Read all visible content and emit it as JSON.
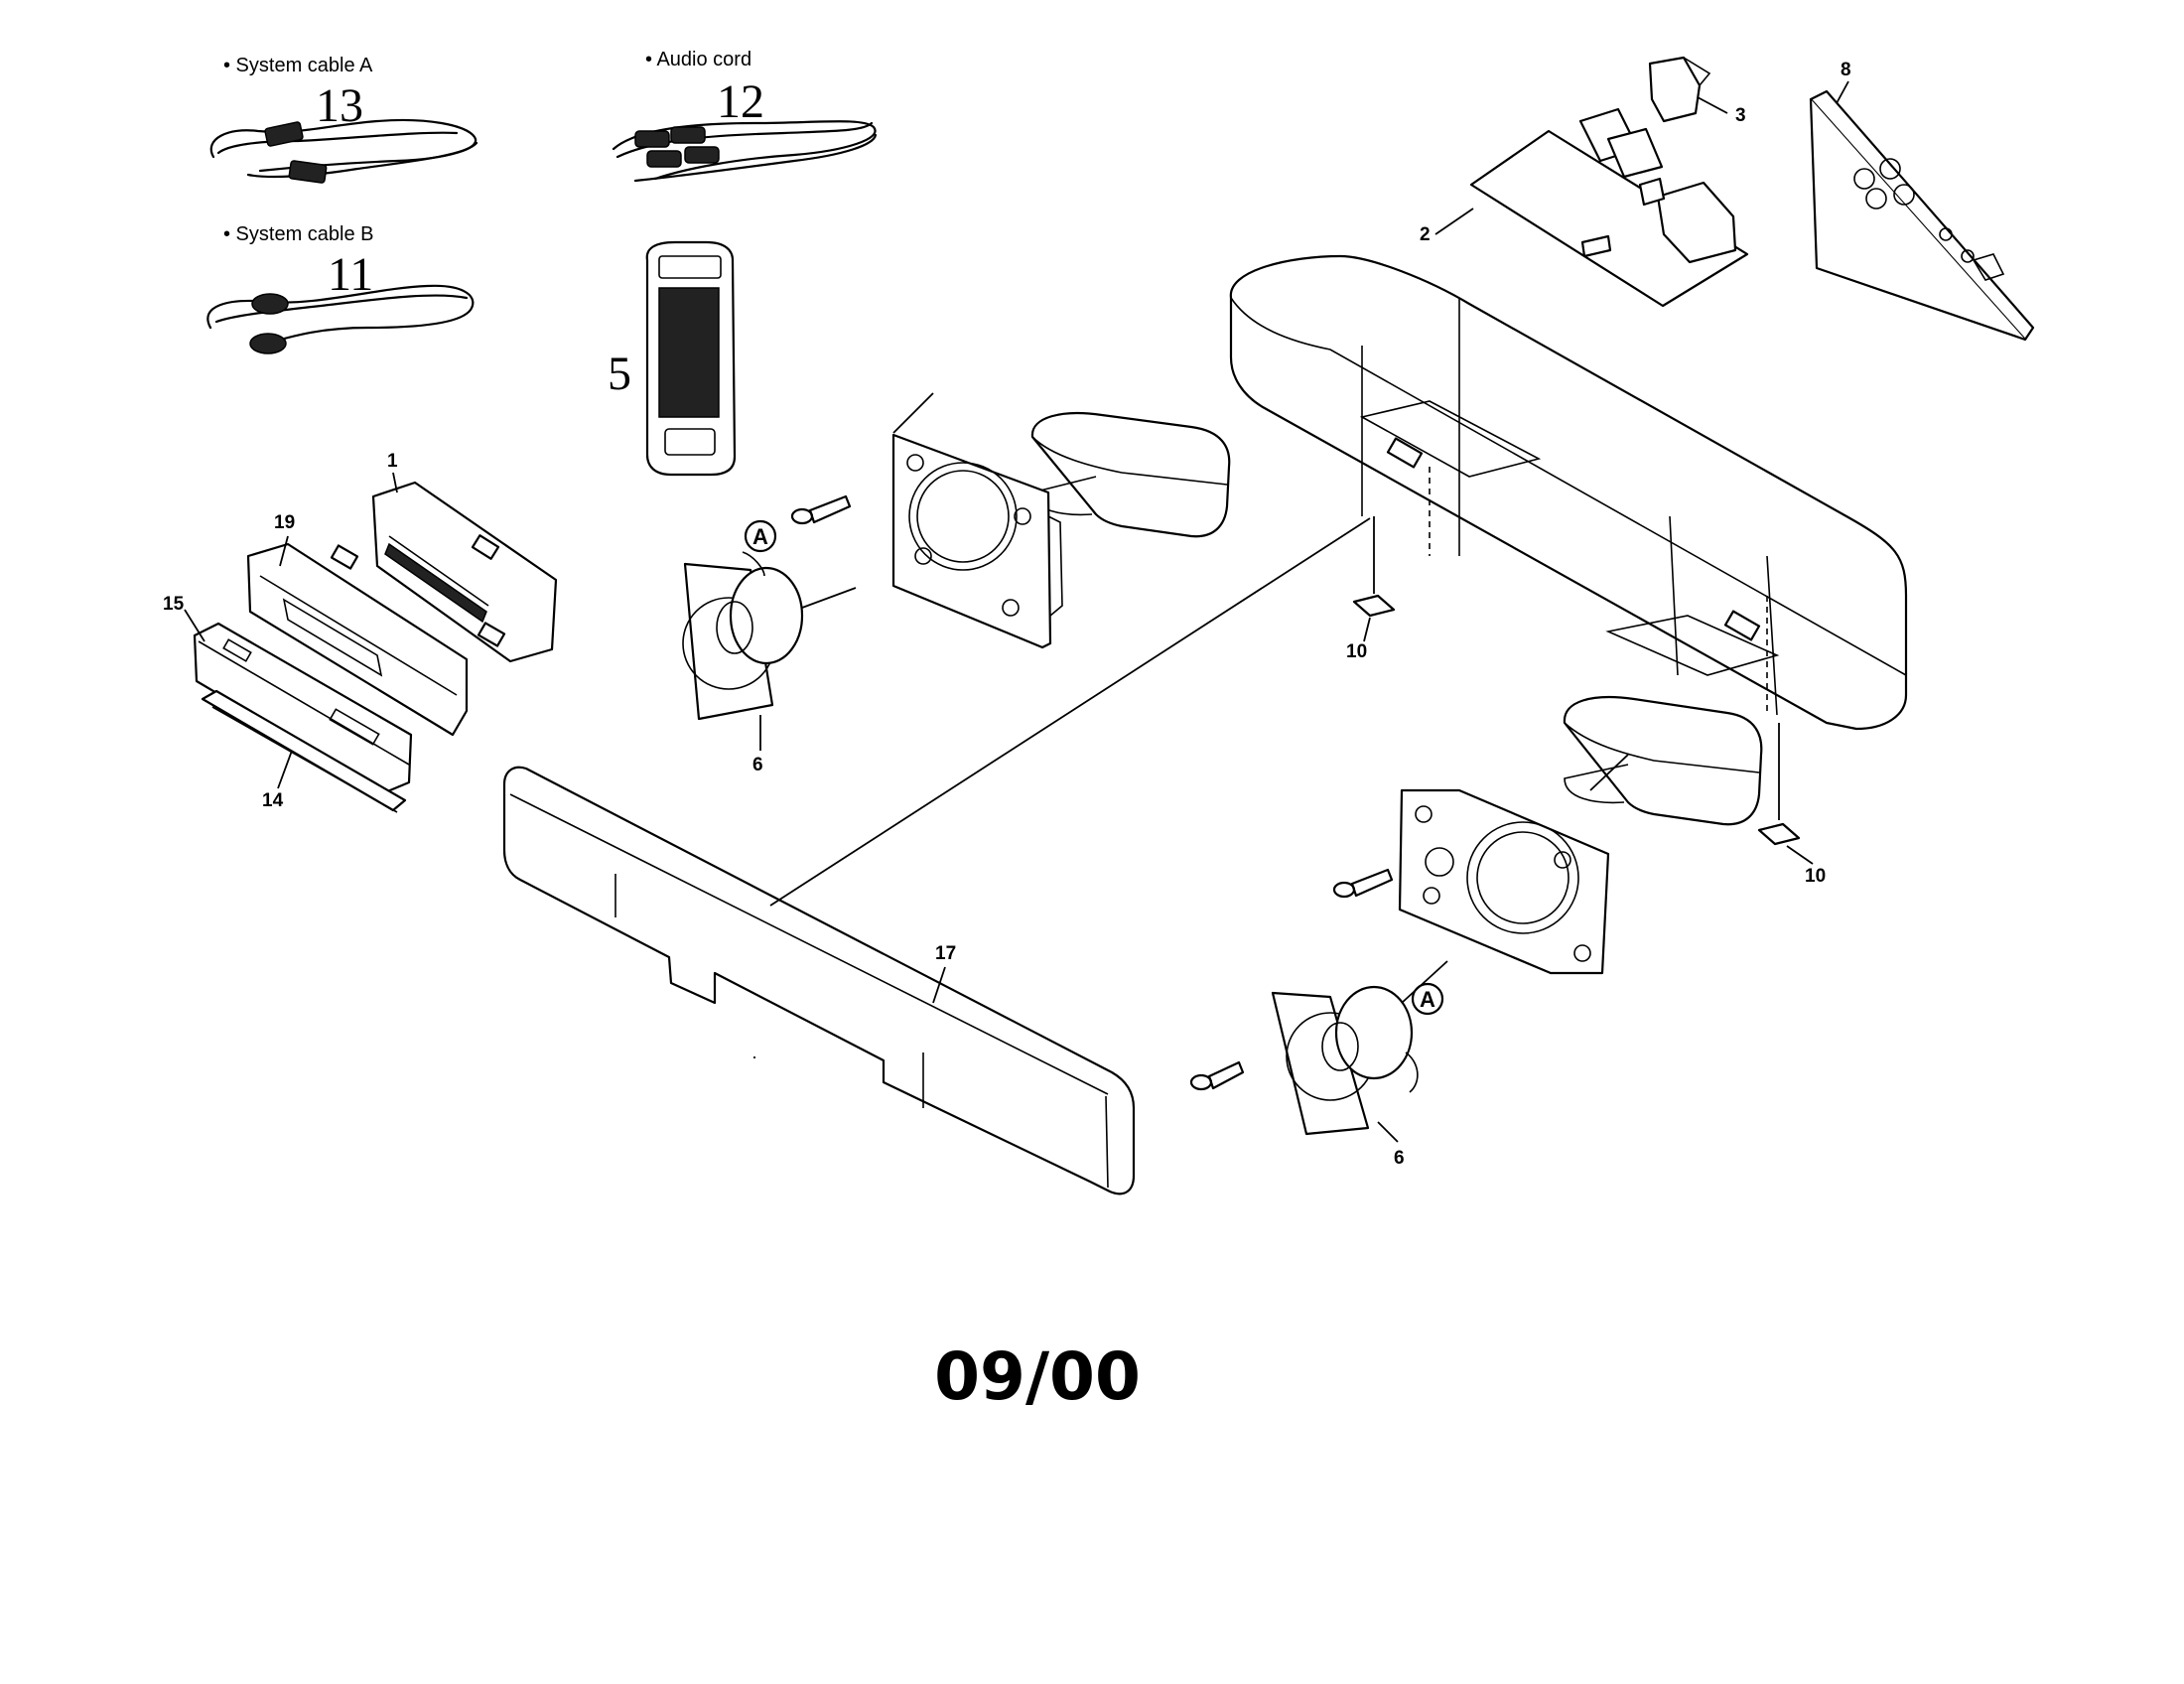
{
  "accessories": {
    "system_cable_a": {
      "label": "• System cable A",
      "number": "13"
    },
    "audio_cord": {
      "label": "• Audio cord",
      "number": "12"
    },
    "system_cable_b": {
      "label": "• System cable B",
      "number": "11"
    },
    "remote_control": {
      "number": "5"
    }
  },
  "callouts": {
    "pcb_main": "2",
    "switch_part": "3",
    "rear_panel_board": "8",
    "front_board": "1",
    "front_bracket": "19",
    "front_panel": "15",
    "front_bar": "14",
    "speaker_left": "6",
    "speaker_right": "6",
    "foot_left": "10",
    "foot_right": "10",
    "front_grille": "17"
  },
  "markers": {
    "connector_a_left": "A",
    "connector_a_right": "A"
  },
  "footer": {
    "date_code": "09/00"
  },
  "colors": {
    "ink": "#000000",
    "background": "#ffffff"
  }
}
